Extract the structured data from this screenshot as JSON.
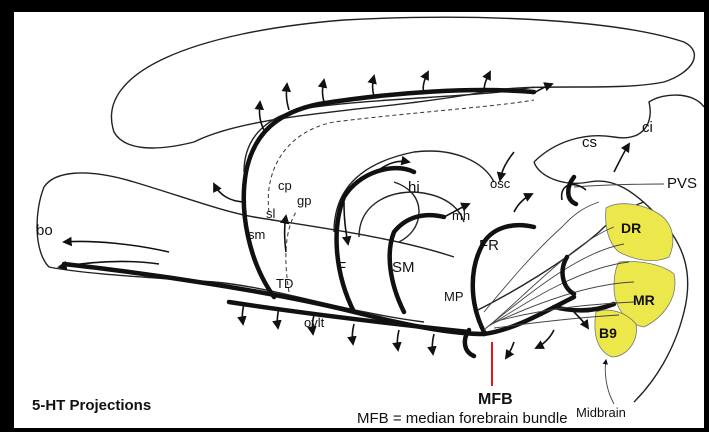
{
  "colors": {
    "nucleus": "#ece84b",
    "pointer": "#e21a1a"
  },
  "regions": {
    "bo": "bo",
    "sm": "sm",
    "sl": "sl",
    "cp": "cp",
    "gp": "gp",
    "td": "TD",
    "f": "F",
    "sm_upper": "SM",
    "hi": "hi",
    "mh": "mh",
    "osc": "osc",
    "fr": "FR",
    "mp": "MP",
    "cs": "cs",
    "ci": "ci",
    "pvs": "PVS",
    "ovlt": "ovlt"
  },
  "nuclei": {
    "dr": "DR",
    "mr": "MR",
    "b9": "B9"
  },
  "annotations": {
    "title": "5-HT Projections",
    "mfb": "MFB",
    "legend": "MFB = median forebrain bundle",
    "midbrain": "Midbrain"
  }
}
